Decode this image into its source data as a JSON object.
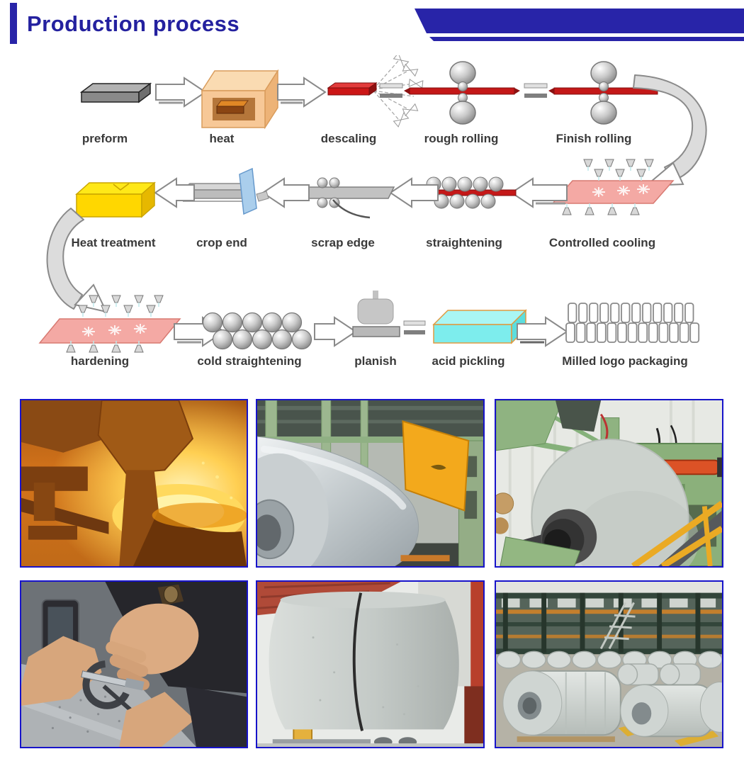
{
  "header": {
    "title": "Production process"
  },
  "colors": {
    "accent_blue": "#2824a8",
    "photo_border_blue": "#1713ca",
    "strip_red": "#c41818",
    "furnace_orange": "#f7c897",
    "heat_treatment_yellow": "#ffd700",
    "cooling_pink": "#f4a9a4",
    "acid_pickling_cyan": "#7deded"
  },
  "process": {
    "rows": [
      {
        "steps": [
          "preform",
          "heat",
          "descaling",
          "rough rolling",
          "Finish rolling"
        ]
      },
      {
        "steps": [
          "Heat treatment",
          "crop end",
          "scrap edge",
          "straightening",
          "Controlled cooling"
        ]
      },
      {
        "steps": [
          "hardening",
          "cold straightening",
          "planish",
          "acid pickling",
          "Milled logo packaging"
        ]
      }
    ]
  }
}
